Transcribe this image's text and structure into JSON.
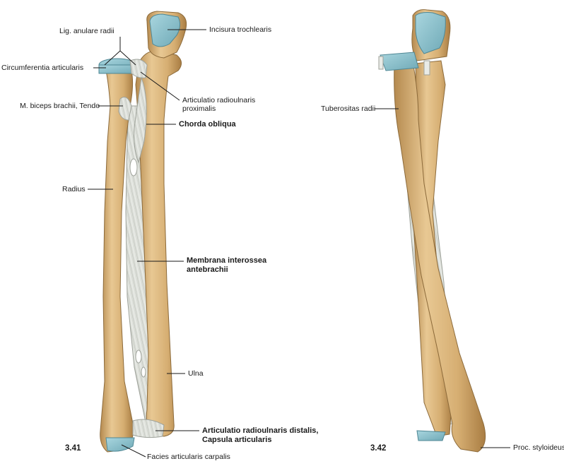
{
  "labels": {
    "lig_anulare_radii": "Lig. anulare radii",
    "circumferentia_articularis": "Circumferentia articularis",
    "m_biceps_brachii_tendo": "M. biceps brachii, Tendo",
    "radius": "Radius",
    "incisura_trochlearis": "Incisura trochlearis",
    "articulatio_radioulnaris_proximalis_1": "Articulatio radioulnaris",
    "articulatio_radioulnaris_proximalis_2": "proximalis",
    "chorda_obliqua": "Chorda obliqua",
    "membrana_interossea_1": "Membrana interossea",
    "membrana_interossea_2": "antebrachii",
    "ulna": "Ulna",
    "articulatio_radioulnaris_distalis_1": "Articulatio radioulnaris distalis,",
    "articulatio_radioulnaris_distalis_2": "Capsula articularis",
    "facies_articularis_carpalis": "Facies articularis carpalis",
    "tuberositas_radii": "Tuberositas radii",
    "proc_styloideus": "Proc. styloideus"
  },
  "figures": {
    "left_number": "3.41",
    "right_number": "3.42"
  },
  "colors": {
    "bone": "#dcb77e",
    "bone_shadow": "#b58a4f",
    "cartilage": "#8cc4cf",
    "ligament": "#d9dbd6",
    "leader": "#1a1a1a"
  }
}
